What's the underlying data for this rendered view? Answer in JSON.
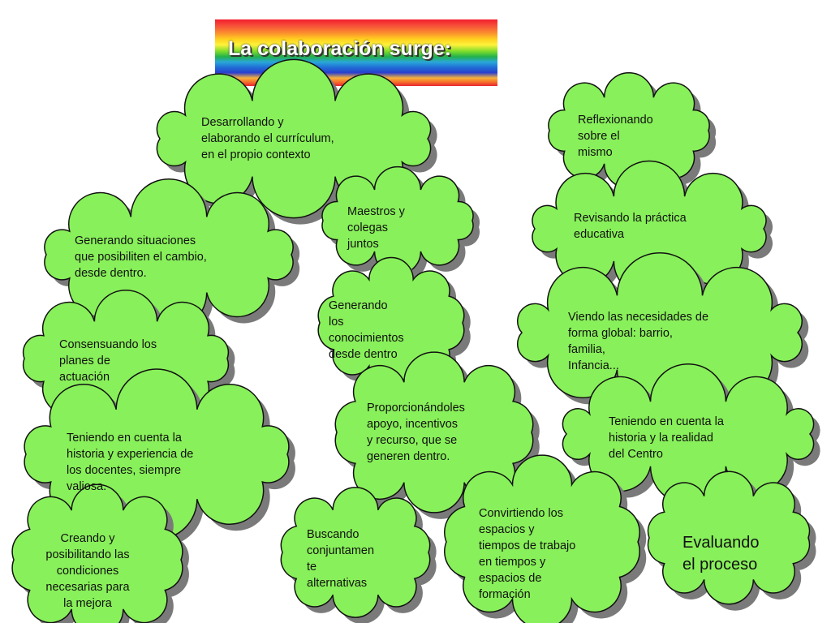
{
  "title": "La colaboración surge:",
  "colors": {
    "cloud_fill": "#88f05a",
    "cloud_outline": "#111111",
    "cloud_shadow": "#7a7a7a"
  },
  "nodes": [
    {
      "id": "desarrollando",
      "text": "Desarrollando y\nelaborando  el currículum,\nen el propio contexto"
    },
    {
      "id": "reflexionando",
      "text": "Reflexionando\nsobre el\nmismo"
    },
    {
      "id": "maestros",
      "text": "Maestros y\ncolegas\njuntos"
    },
    {
      "id": "revisando",
      "text": "Revisando la práctica\neducativa"
    },
    {
      "id": "generando-situaciones",
      "text": " Generando situaciones\nque posibiliten el cambio,\ndesde dentro."
    },
    {
      "id": "generando-conocimientos",
      "text": "Generando\nlos\nconocimientos\ndesde dentro"
    },
    {
      "id": "viendo",
      "text": "Viendo las necesidades de\nforma global: barrio,\nfamilia,\nInfancia..."
    },
    {
      "id": "consensuando",
      "text": "Consensuando  los\nplanes de\nactuación"
    },
    {
      "id": "proporcionandoles",
      "text": "Proporcionándoles\napoyo, incentivos\ny recurso, que se\ngeneren dentro."
    },
    {
      "id": "teniendo-centro",
      "text": "Teniendo en cuenta la\nhistoria y la realidad\ndel Centro"
    },
    {
      "id": "teniendo-docentes",
      "text": " Teniendo en cuenta la\nhistoria y experiencia de\nlos docentes, siempre\nvaliosa."
    },
    {
      "id": "convirtiendo",
      "text": "Convirtiendo los\nespacios y\ntiempos de trabajo\nen tiempos y\nespacios de\nformación"
    },
    {
      "id": "evaluando",
      "text": "Evaluando\nel proceso"
    },
    {
      "id": "buscando",
      "text": "Buscando\nconjuntamen\nte\nalternativas"
    },
    {
      "id": "creando",
      "text": "Creando  y\nposibilitando las\ncondiciones\nnecesarias para\nla  mejora"
    }
  ]
}
